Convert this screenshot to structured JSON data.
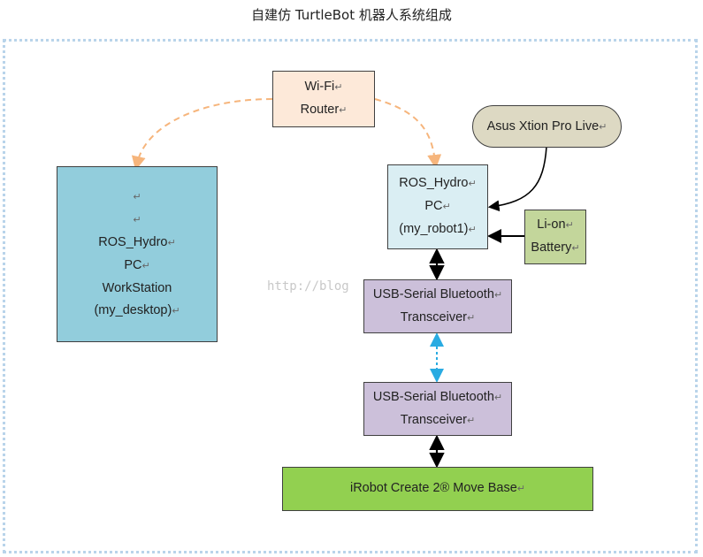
{
  "title": "自建仿 TurtleBot  机器人系统组成",
  "return_mark": "↵",
  "watermark": "http://blog",
  "nodes": {
    "router": {
      "lines": [
        "Wi-Fi",
        "Router"
      ],
      "color": "#fde9d9"
    },
    "desktop": {
      "lines": [
        "",
        "",
        "ROS_Hydro",
        "PC",
        "WorkStation",
        "(my_desktop)"
      ],
      "color": "#92cddc"
    },
    "robot_pc": {
      "lines": [
        "ROS_Hydro",
        "PC",
        "(my_robot1)"
      ],
      "color": "#daeef3"
    },
    "xtion": {
      "lines": [
        "Asus Xtion Pro Live"
      ],
      "color": "#ddd9c3"
    },
    "battery": {
      "lines": [
        "Li-on",
        "Battery"
      ],
      "color": "#c3d69b"
    },
    "bt_upper": {
      "lines": [
        "USB-Serial Bluetooth",
        "Transceiver"
      ],
      "color": "#ccc0da"
    },
    "bt_lower": {
      "lines": [
        "USB-Serial Bluetooth",
        "Transceiver"
      ],
      "color": "#ccc0da"
    },
    "base": {
      "lines": [
        "iRobot Create 2® Move Base"
      ],
      "color": "#92d050"
    }
  },
  "colors": {
    "wifi_link": "#f6b57c",
    "bluetooth_link": "#29abe2",
    "wired_link": "#000000"
  }
}
